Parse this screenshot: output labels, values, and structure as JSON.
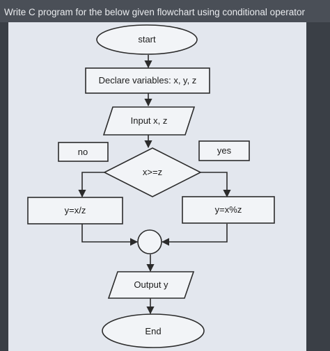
{
  "question": "Write C program for the below given flowchart using conditional operator",
  "flowchart": {
    "start": "start",
    "declare": "Declare variables: x, y, z",
    "input": "Input x, z",
    "condition": "x>=z",
    "no_label": "no",
    "yes_label": "yes",
    "no_branch": "y=x/z",
    "yes_branch": "y=x%z",
    "output": "Output y",
    "end": "End"
  },
  "colors": {
    "line": "#2b2b2b",
    "sheet": "#e3e7ee",
    "shape_fill": "#f2f4f7"
  }
}
